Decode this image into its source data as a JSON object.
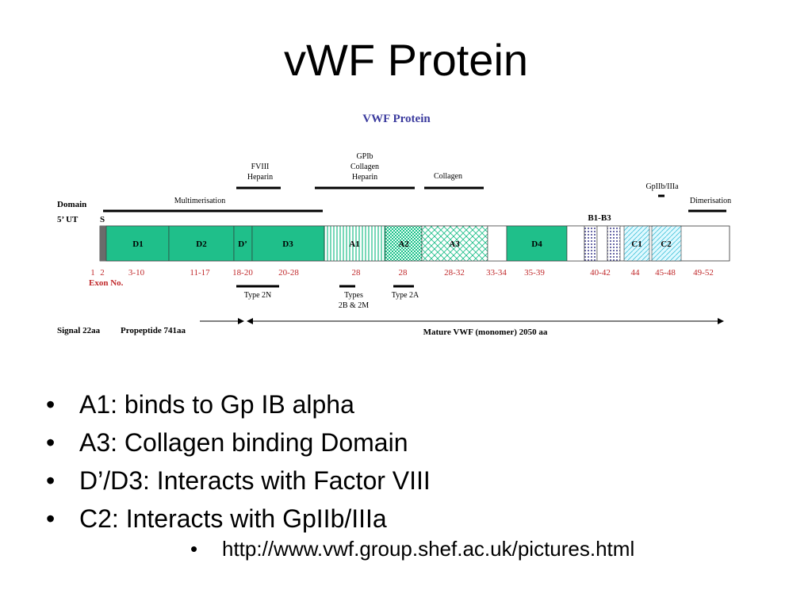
{
  "slide": {
    "title": "vWF Protein",
    "bullets": [
      "A1: binds to Gp IB alpha",
      "A3: Collagen binding Domain",
      "D’/D3: Interacts with Factor VIII",
      "C2: Interacts with GpIIb/IIIa"
    ],
    "sub_bullet": "http://www.vwf.group.shef.ac.uk/pictures.html"
  },
  "figure": {
    "title": "VWF  Protein",
    "row_label_domain": "Domain",
    "row_label_utr": "5’ UT",
    "signal_marker": "S",
    "functions": {
      "multimerisation": "Multimerisation",
      "fviii": "FVIII",
      "fviii_heparin": "Heparin",
      "gpib": "GPIb",
      "gpib_collagen": "Collagen",
      "gpib_heparin": "Heparin",
      "collagen": "Collagen",
      "gpiibiiia": "GpIIb/IIIa",
      "dimerisation": "Dimerisation"
    },
    "b_group_label": "B1-B3",
    "domains": [
      "D1",
      "D2",
      "D’",
      "D3",
      "A1",
      "A2",
      "A3",
      "D4",
      "C1",
      "C2"
    ],
    "exon_label": "Exon No.",
    "exons": [
      "1",
      "2",
      "3-10",
      "11-17",
      "18-20",
      "20-28",
      "28",
      "28",
      "28-32",
      "33-34",
      "35-39",
      "40-42",
      "44",
      "45-48",
      "49-52"
    ],
    "mutation_types": {
      "type_2n": "Type 2N",
      "types_2b_2m_line1": "Types",
      "types_2b_2m_line2": "2B & 2M",
      "type_2a": "Type 2A"
    },
    "signal": "Signal 22aa",
    "propeptide": "Propeptide  741aa",
    "mature": "Mature VWF (monomer) 2050 aa",
    "colors": {
      "d_domain": "#1fbf8a",
      "a_domain_hatch": "#1fbf8a",
      "title_blue": "#3b3b9e",
      "exon_red": "#c0282a"
    }
  }
}
